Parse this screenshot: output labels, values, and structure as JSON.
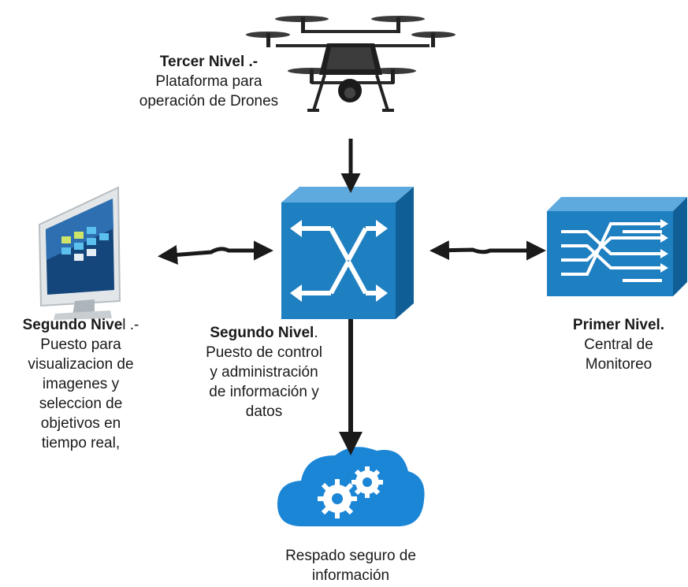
{
  "colors": {
    "switch_blue": "#1e7fc1",
    "switch_dark": "#0f5f96",
    "cloud_blue": "#1c86d6",
    "arrow": "#1a1a1a"
  },
  "icons": [
    "drone-icon",
    "monitor-icon",
    "network-switch-icon",
    "signal-router-icon",
    "cloud-gears-icon"
  ],
  "drone_label": {
    "title": "Tercer Nivel .-",
    "line1": "Plataforma para",
    "line2": "operación de Drones"
  },
  "monitor_label": {
    "title": "Segundo Nive",
    "title_rest": "l .-",
    "lines": [
      "Puesto para",
      "visualizacion de",
      "imagenes y",
      "seleccion de",
      "objetivos en",
      "tiempo real,"
    ]
  },
  "switch_label": {
    "title": "Segundo Nivel",
    "title_rest": ".",
    "lines": [
      "Puesto de control",
      "y administración",
      "de información y",
      "datos"
    ]
  },
  "router_label": {
    "title": "Primer Nivel.",
    "lines": [
      "Central de",
      "Monitoreo"
    ]
  },
  "cloud_label": {
    "lines": [
      "Respado seguro de",
      "información"
    ]
  }
}
